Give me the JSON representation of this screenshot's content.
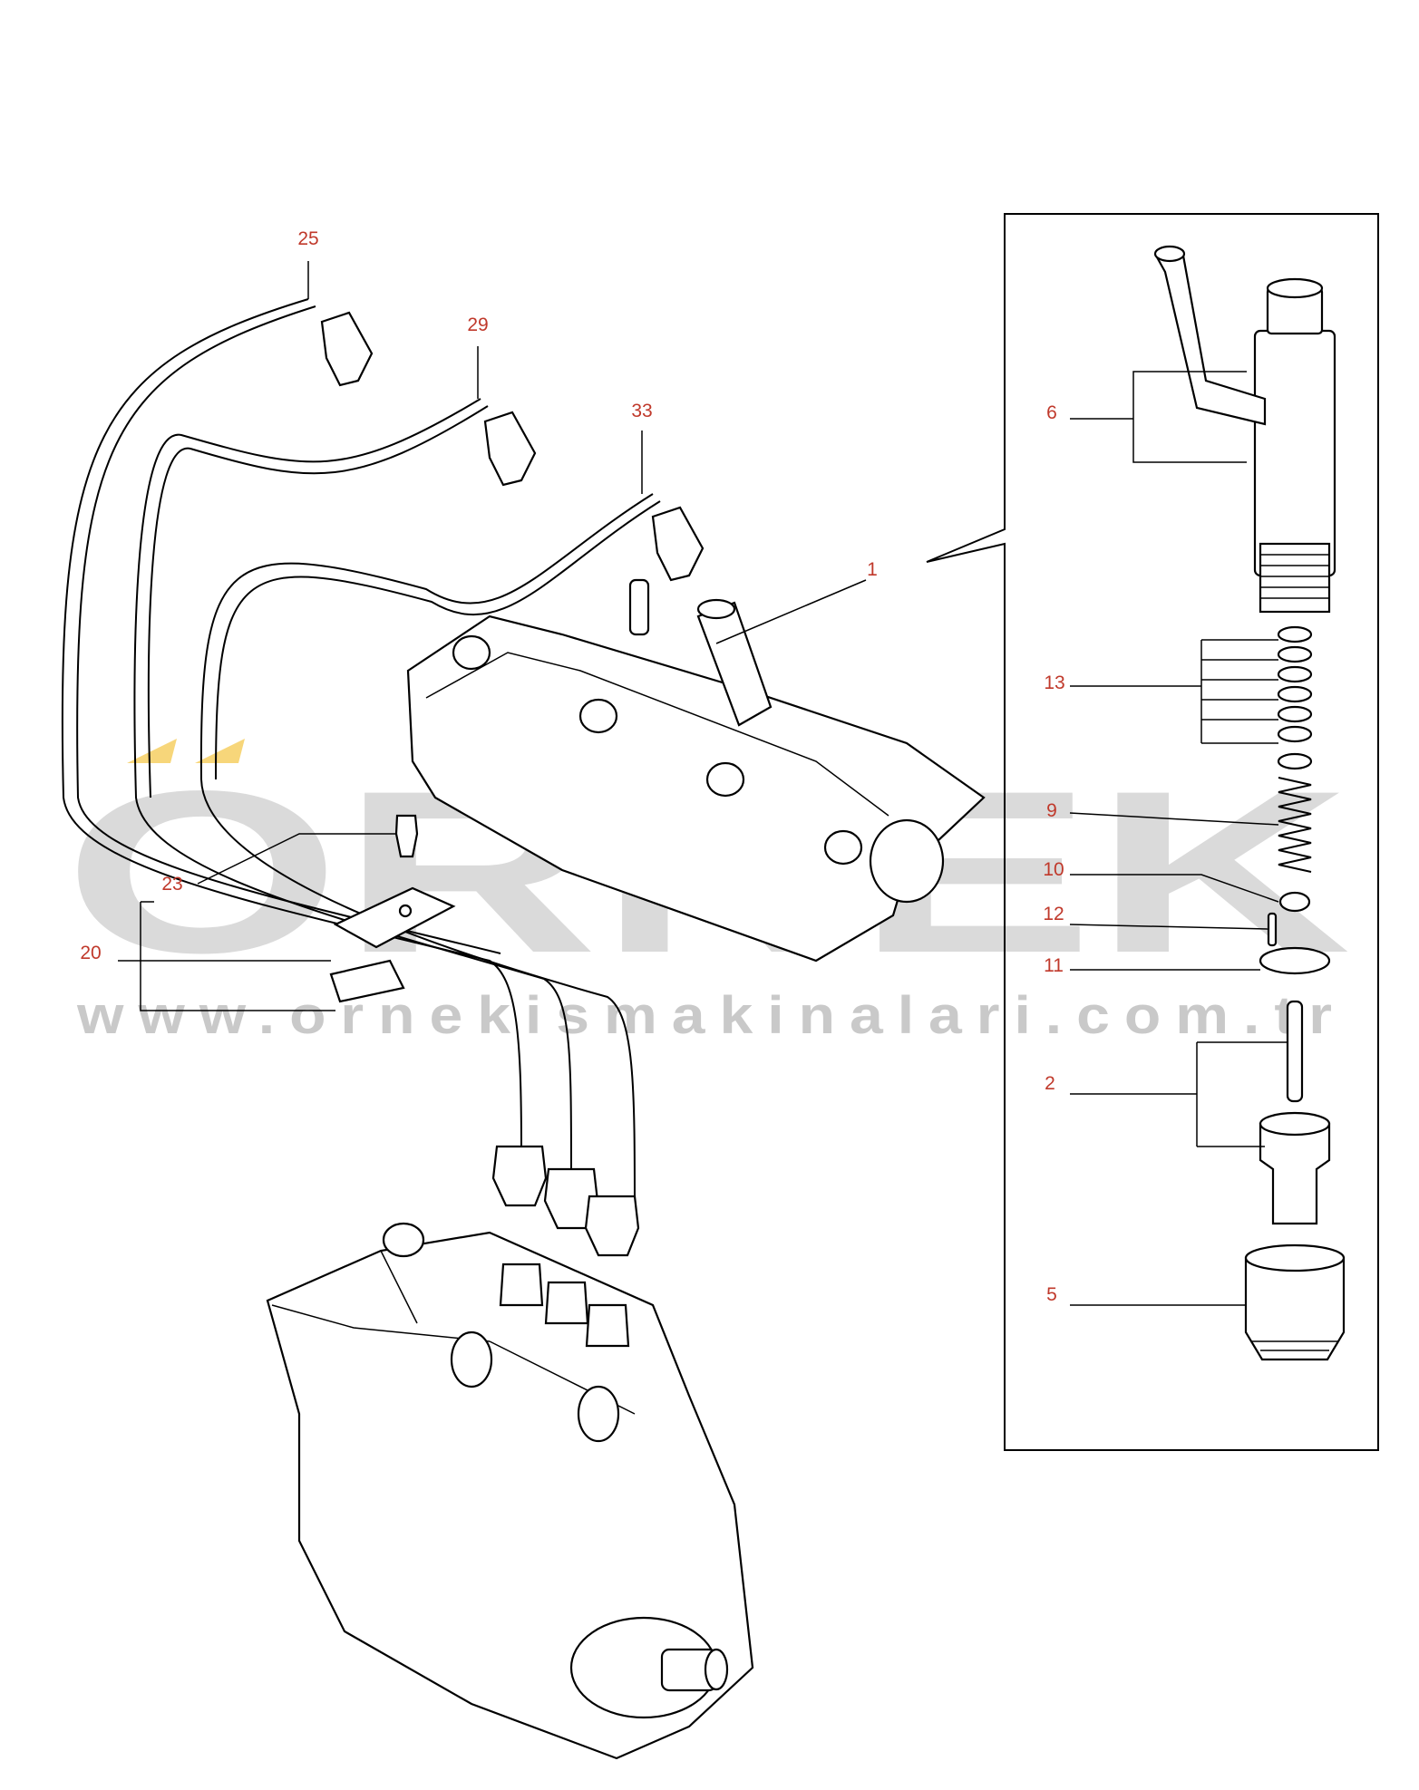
{
  "diagram": {
    "callouts": [
      {
        "id": "c25",
        "label": "25"
      },
      {
        "id": "c29",
        "label": "29"
      },
      {
        "id": "c33",
        "label": "33"
      },
      {
        "id": "c1",
        "label": "1"
      },
      {
        "id": "c6",
        "label": "6"
      },
      {
        "id": "c13",
        "label": "13"
      },
      {
        "id": "c9",
        "label": "9"
      },
      {
        "id": "c10",
        "label": "10"
      },
      {
        "id": "c12",
        "label": "12"
      },
      {
        "id": "c11",
        "label": "11"
      },
      {
        "id": "c2",
        "label": "2"
      },
      {
        "id": "c5",
        "label": "5"
      },
      {
        "id": "c23",
        "label": "23"
      },
      {
        "id": "c20",
        "label": "20"
      }
    ],
    "callout_color": "#c0392b"
  },
  "watermark": {
    "brand": "ORNEK",
    "url": "www.ornekismakinalari.com.tr"
  }
}
